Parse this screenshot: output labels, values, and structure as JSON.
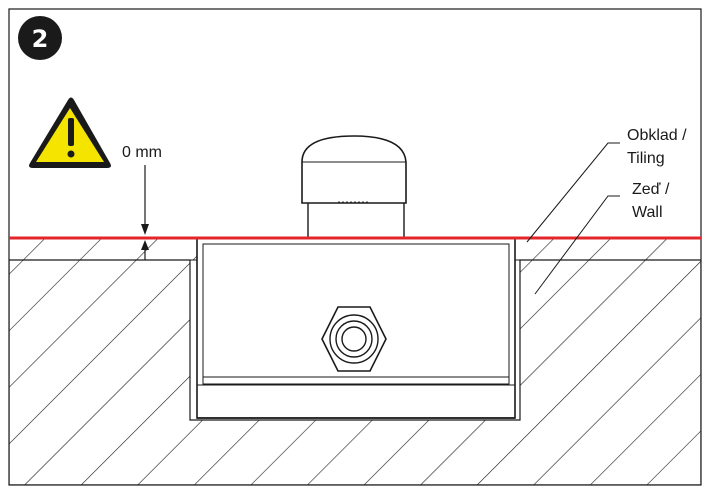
{
  "step": {
    "number": "2"
  },
  "dimension": {
    "label": "0 mm"
  },
  "labels": {
    "tiling_line1": "Obklad /",
    "tiling_line2": "Tiling",
    "wall_line1": "Zeď /",
    "wall_line2": "Wall"
  },
  "colors": {
    "tiling_line": "#e3262b",
    "warning_fill": "#f5e400",
    "outline": "#1a1a1a",
    "badge": "#1a1a1a"
  },
  "icons": {
    "warning": "warning-triangle-icon"
  }
}
